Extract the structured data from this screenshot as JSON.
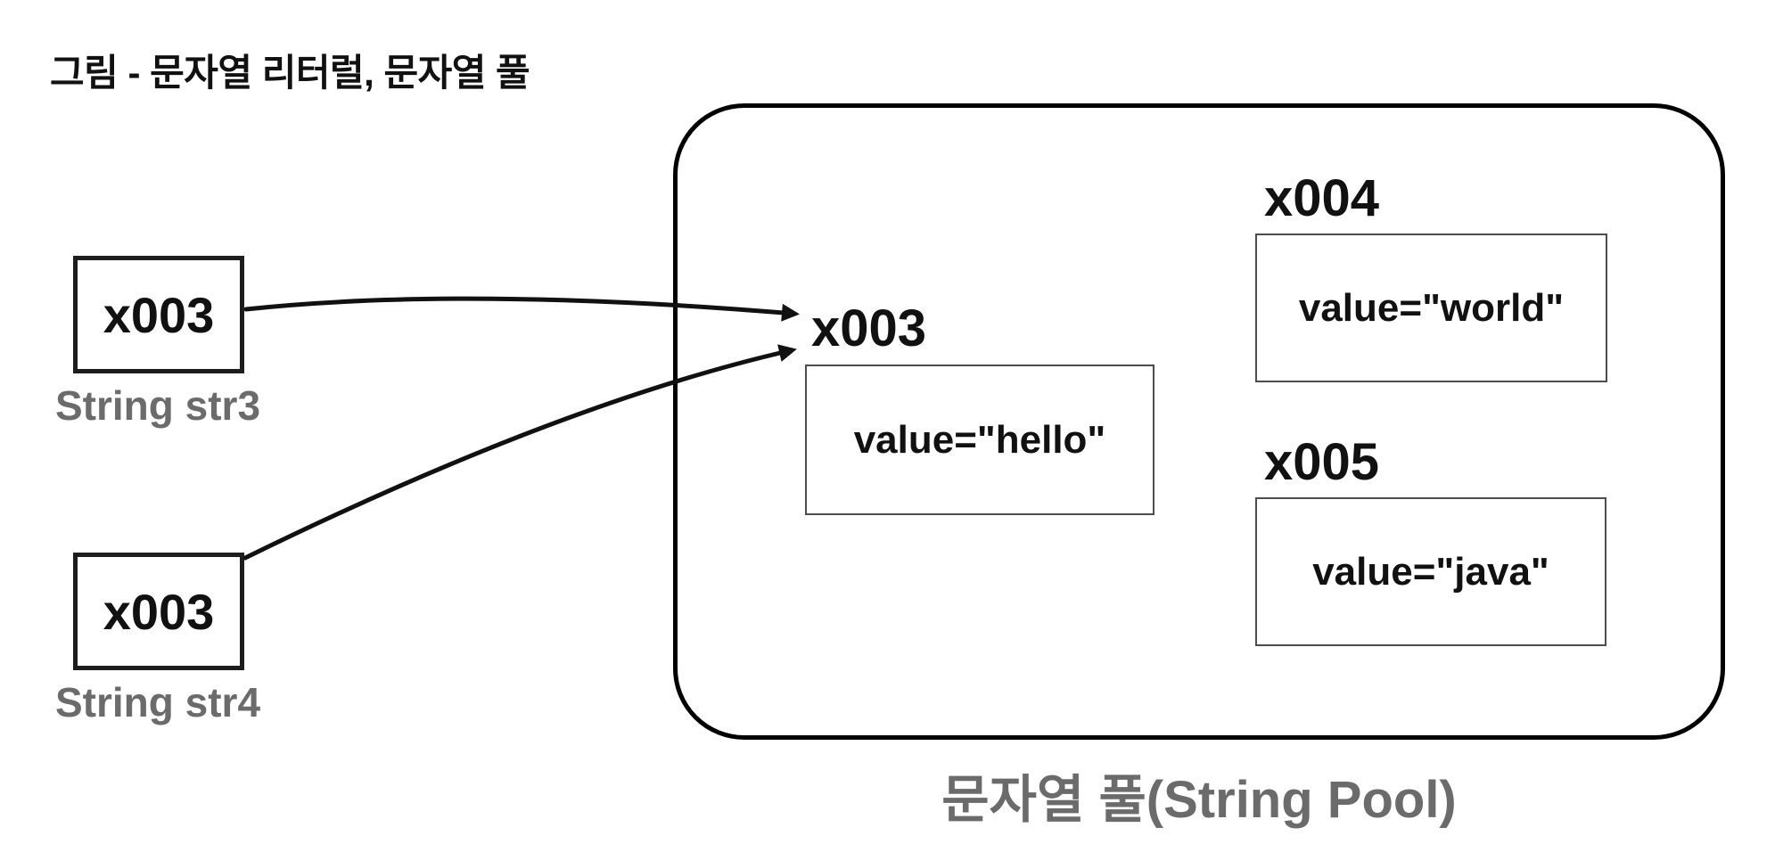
{
  "title": "그림 - 문자열 리터럴, 문자열 풀",
  "references": [
    {
      "address": "x003",
      "name": "String str3"
    },
    {
      "address": "x003",
      "name": "String str4"
    }
  ],
  "pool": {
    "caption": "문자열 풀(String Pool)",
    "entries": [
      {
        "address": "x003",
        "value": "value=\"hello\""
      },
      {
        "address": "x004",
        "value": "value=\"world\""
      },
      {
        "address": "x005",
        "value": "value=\"java\""
      }
    ]
  },
  "arrows": [
    {
      "from": "String str3",
      "to": "x003"
    },
    {
      "from": "String str4",
      "to": "x003"
    }
  ],
  "colors": {
    "arrow": "#111111",
    "gray_label": "#6b6b6b",
    "ref_box_border": "#1d1d1d",
    "value_box_border": "#4d4d4d",
    "pool_border": "#000000"
  }
}
